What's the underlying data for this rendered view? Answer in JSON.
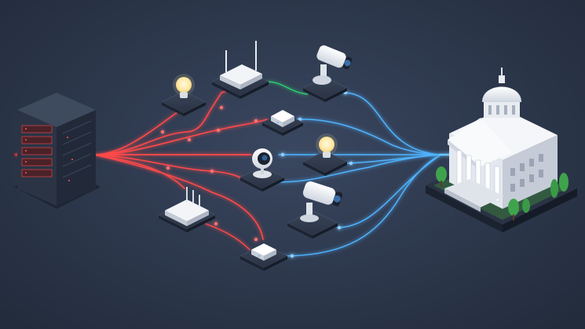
{
  "diagram": {
    "nodes": [
      {
        "id": "server",
        "kind": "server-rack",
        "zone": "source"
      },
      {
        "id": "bulb-1",
        "kind": "smart-bulb",
        "zone": "iot"
      },
      {
        "id": "router-1",
        "kind": "wifi-router",
        "zone": "iot"
      },
      {
        "id": "camera-1",
        "kind": "security-camera",
        "zone": "iot"
      },
      {
        "id": "hub-1",
        "kind": "smart-hub",
        "zone": "iot"
      },
      {
        "id": "webcam",
        "kind": "webcam",
        "zone": "iot"
      },
      {
        "id": "bulb-2",
        "kind": "smart-bulb",
        "zone": "iot"
      },
      {
        "id": "router-2",
        "kind": "wifi-router",
        "zone": "iot"
      },
      {
        "id": "camera-2",
        "kind": "security-camera",
        "zone": "iot"
      },
      {
        "id": "hub-2",
        "kind": "smart-hub",
        "zone": "iot"
      },
      {
        "id": "building",
        "kind": "government-building",
        "zone": "destination"
      }
    ],
    "link_colors": {
      "threat": "#ff3b3b",
      "secure": "#3fa9ff",
      "accent": "#2ecc71"
    },
    "icons": [
      "server-icon",
      "bulb-icon",
      "router-icon",
      "camera-icon",
      "hub-icon",
      "webcam-icon",
      "building-icon"
    ]
  }
}
